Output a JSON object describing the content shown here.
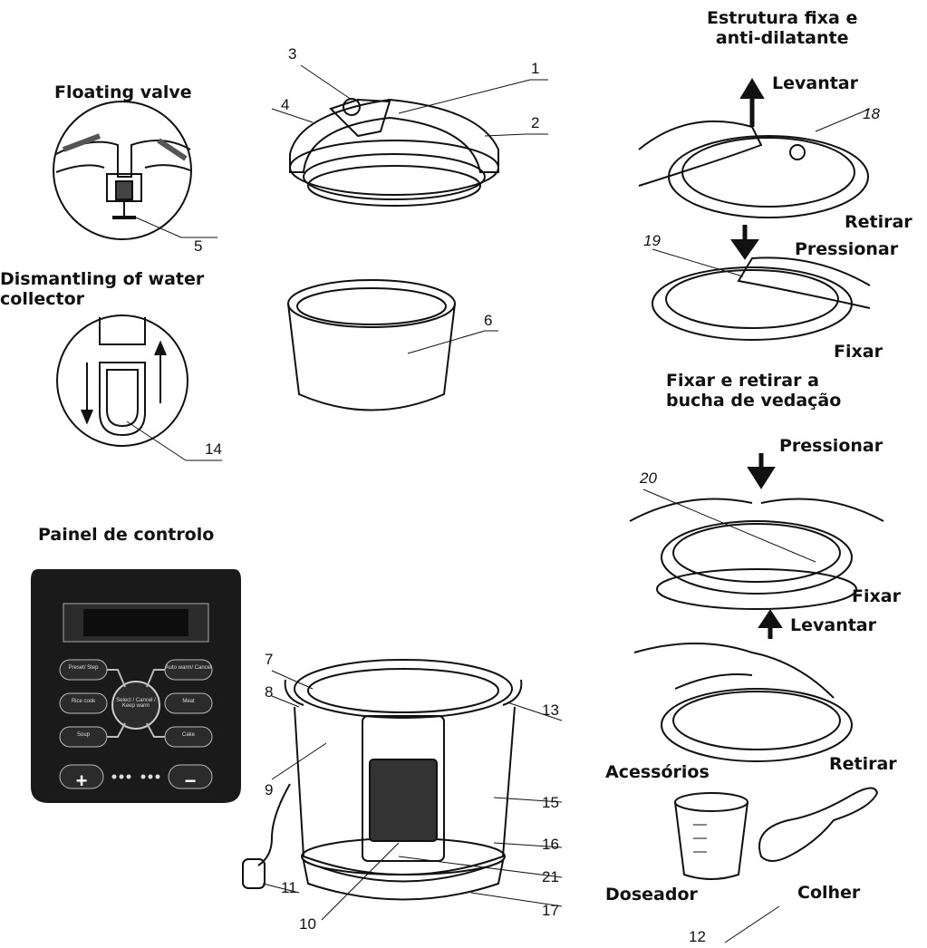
{
  "labels": {
    "floating_valve": "Floating valve",
    "dismantling": "Dismantling of water\ncollector",
    "painel": "Painel de controlo",
    "estrutura": "Estrutura fixa e\nanti-dilatante",
    "levantar1": "Levantar",
    "retirar1": "Retirar",
    "pressionar1": "Pressionar",
    "fixar1": "Fixar",
    "fixar_retirar": "Fixar e retirar a\nbucha de vedação",
    "pressionar2": "Pressionar",
    "fixar2": "Fixar",
    "levantar2": "Levantar",
    "acessorios": "Acessórios",
    "retirar2": "Retirar",
    "doseador": "Doseador",
    "colher": "Colher"
  },
  "part_numbers": [
    "1",
    "2",
    "3",
    "4",
    "5",
    "6",
    "7",
    "8",
    "9",
    "10",
    "11",
    "12",
    "13",
    "14",
    "15",
    "16",
    "17",
    "18",
    "19",
    "20",
    "21"
  ],
  "panel": {
    "keys_left": [
      "Preset/ Step",
      "Rice cook",
      "Soup"
    ],
    "keys_right": [
      "Auto warm/ Cancel",
      "Meat",
      "Cake"
    ],
    "center": "Select / Cancel / Keep warm",
    "plus": "+",
    "minus": "−"
  },
  "colors": {
    "ink": "#111111",
    "panel": "#1a1a1a",
    "key": "#2b2b2b"
  }
}
